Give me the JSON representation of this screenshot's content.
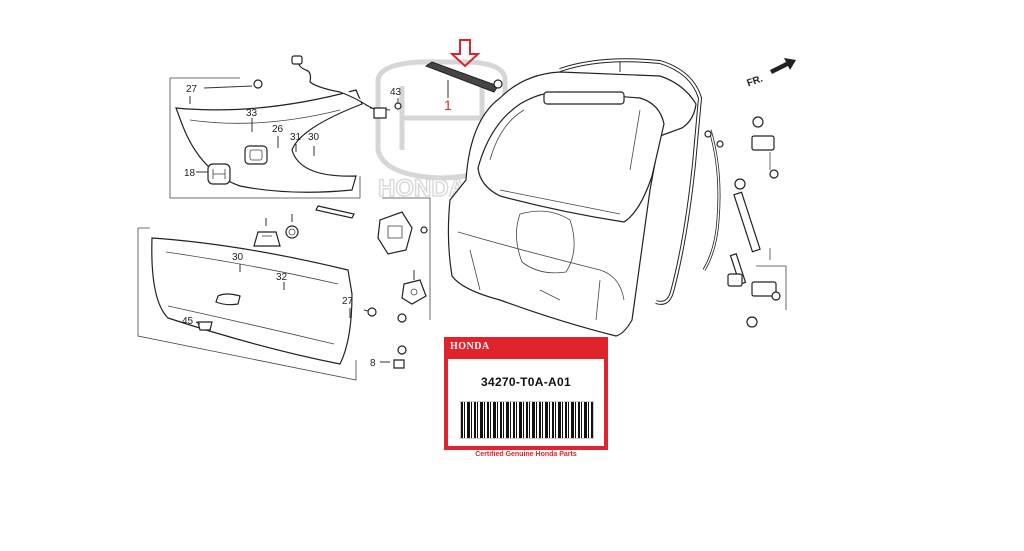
{
  "callouts": {
    "c27a": "27",
    "c43": "43",
    "c1": "1",
    "c33": "33",
    "c26": "26",
    "c31": "31",
    "c30a": "30",
    "c18": "18",
    "c30b": "30",
    "c32": "32",
    "c27b": "27",
    "c45": "45",
    "c8": "8"
  },
  "direction_label": "FR.",
  "watermark_text": "HONDA",
  "label": {
    "brand": "HONDA",
    "part_number": "34270-T0A-A01",
    "certified": "Certified Genuine Honda Parts"
  },
  "colors": {
    "brand_red": "#e1232b",
    "highlight_arrow": "#d9262c",
    "line": "#333333"
  }
}
